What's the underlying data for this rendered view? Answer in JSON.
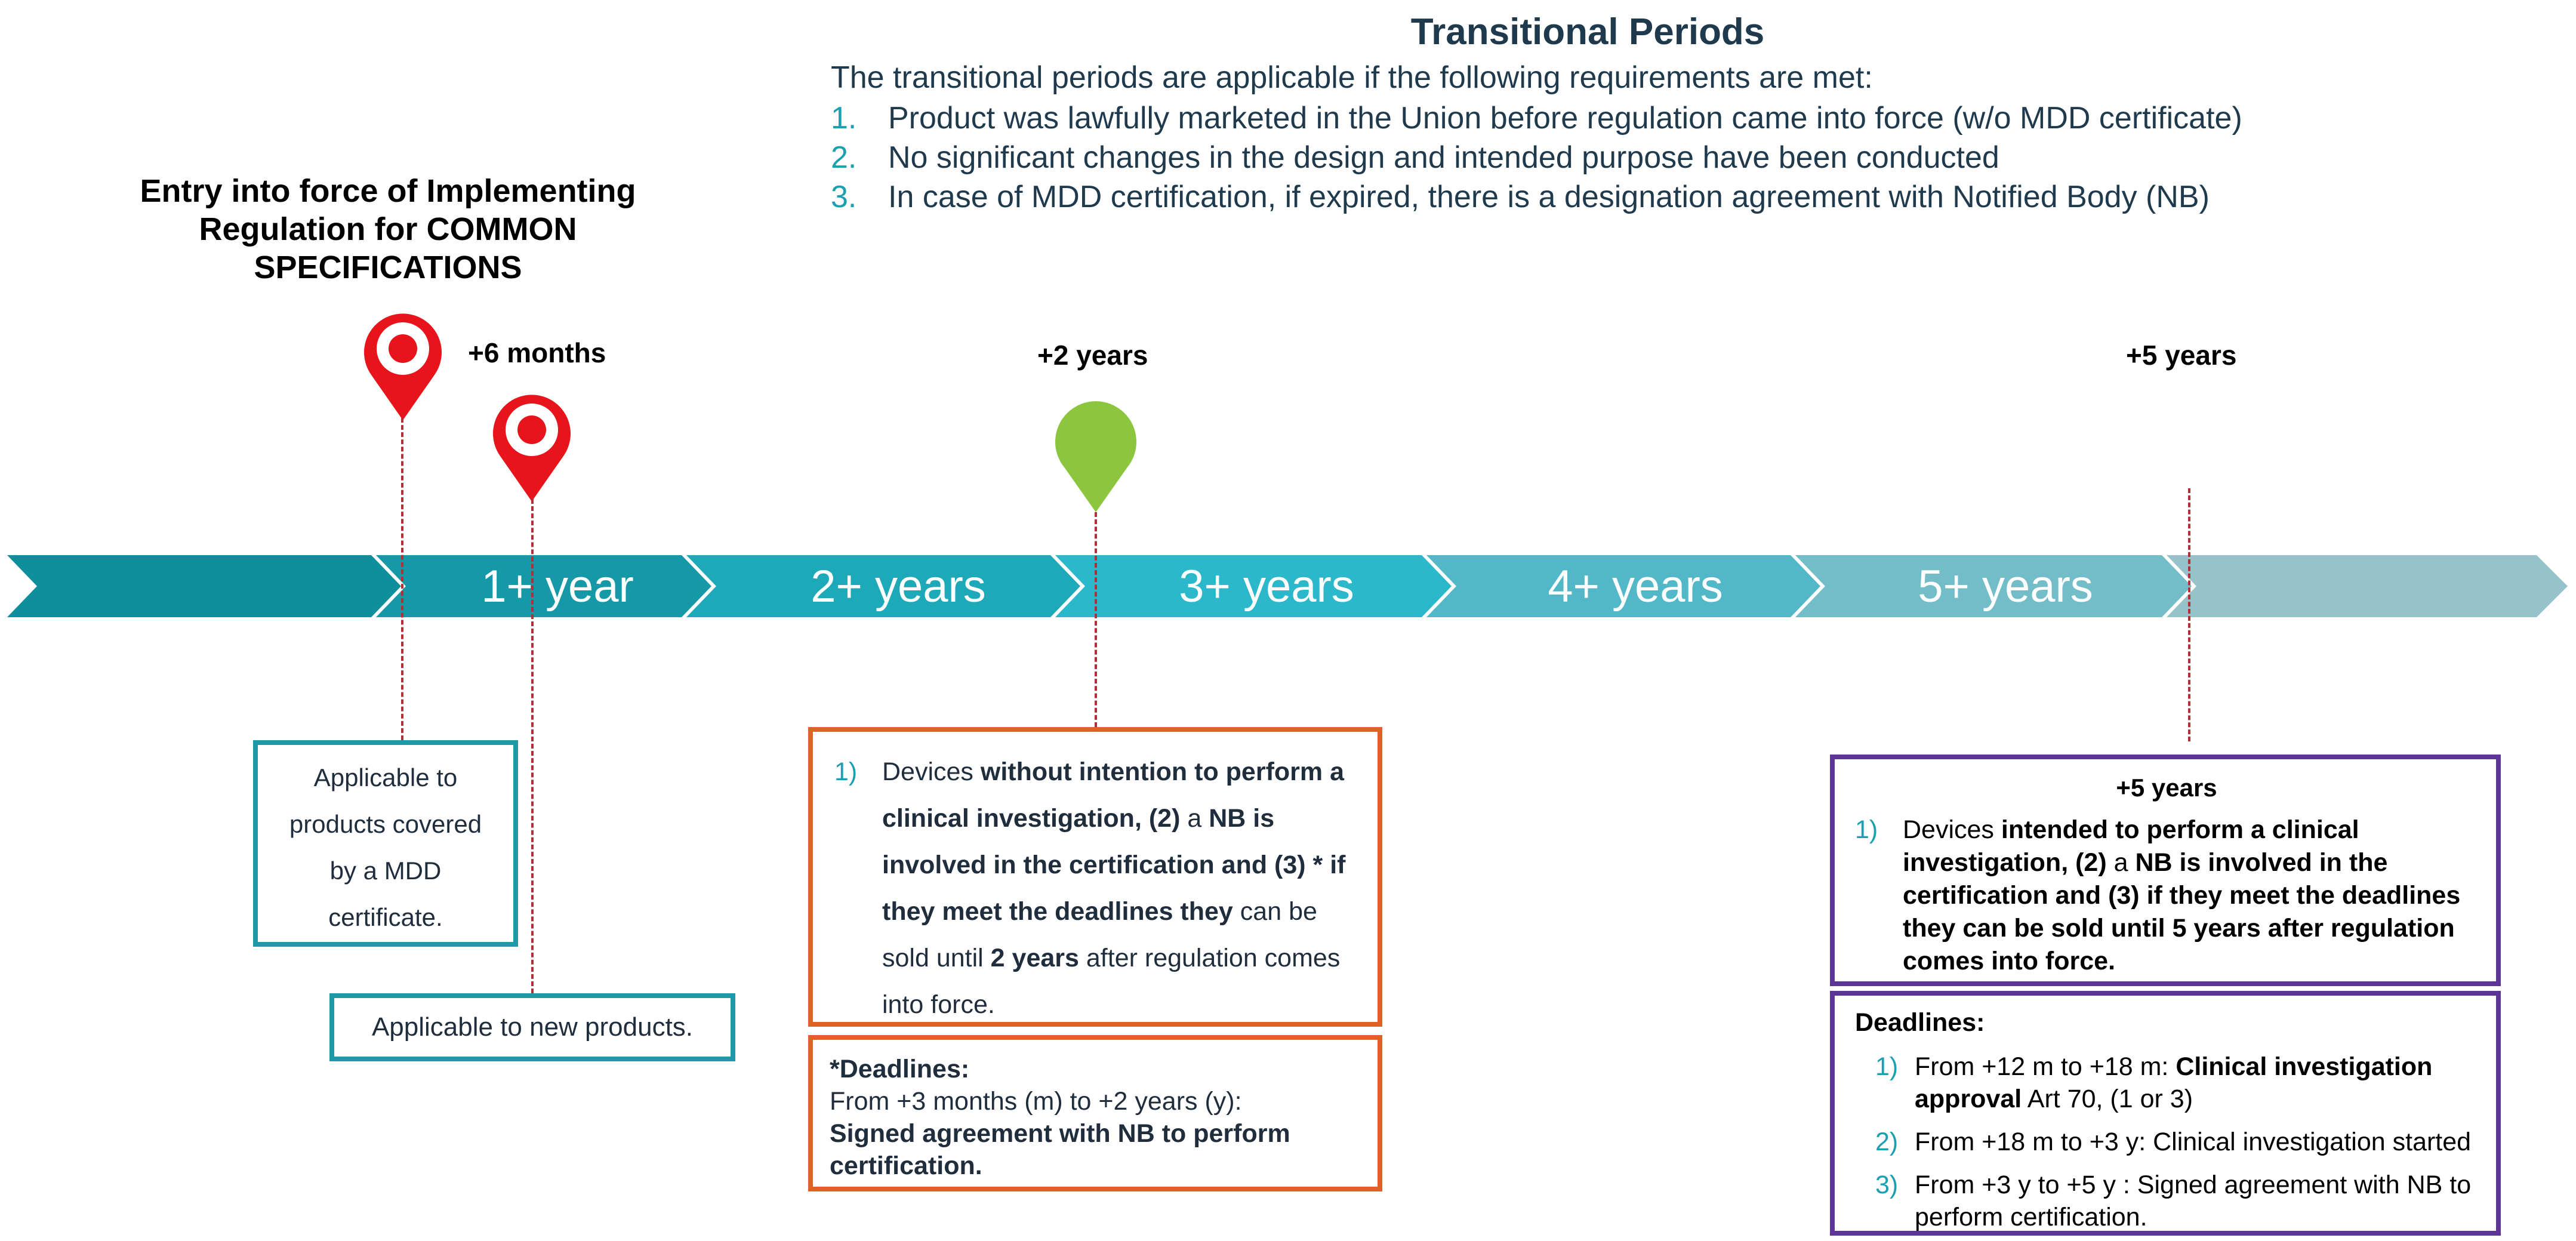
{
  "header": {
    "title": "Transitional Periods",
    "intro": "The transitional periods are applicable if the following requirements are met:",
    "requirements": [
      {
        "num": "1.",
        "text": "Product was lawfully marketed in the Union before regulation came into force (w/o MDD certificate)"
      },
      {
        "num": "2.",
        "text": "No significant changes in the design and intended purpose have been conducted"
      },
      {
        "num": "3.",
        "text": "In case of MDD certification, if expired, there is a designation agreement with Notified Body (NB)"
      }
    ]
  },
  "entry": {
    "line1": "Entry into force of Implementing",
    "line2": "Regulation for COMMON",
    "line3": "SPECIFICATIONS"
  },
  "markers": {
    "m6": "+6 months",
    "y2": "+2 years",
    "y5": "+5 years"
  },
  "timeline": {
    "segments": [
      {
        "label": "",
        "color": "#0f8e9c"
      },
      {
        "label": "1+ year",
        "color": "#1599a7"
      },
      {
        "label": "2+ years",
        "color": "#1ea9b8"
      },
      {
        "label": "3+ years",
        "color": "#2bb8ca"
      },
      {
        "label": "4+ years",
        "color": "#52b8c7"
      },
      {
        "label": "5+ years",
        "color": "#72bdc8"
      },
      {
        "label": "",
        "color": "#98c2ca"
      }
    ]
  },
  "colors": {
    "pin_red": "#e8141c",
    "pin_green": "#8cc63f",
    "teal": "#1e9aa8",
    "orange": "#e06028",
    "purple": "#5c3596"
  },
  "boxes": {
    "mdd": {
      "l1": "Applicable to",
      "l2": "products covered",
      "l3": "by a MDD",
      "l4": "certificate."
    },
    "new": "Applicable to new products.",
    "y2": {
      "num": "1)",
      "a": "Devices ",
      "b": "without intention to perform a clinical investigation, (2)",
      "c": " a ",
      "d": "NB is involved in the certification and (3) * if they meet the deadlines they",
      "e": " can be sold until ",
      "f": "2 years",
      "g": " after regulation comes into force."
    },
    "dead2": {
      "title": "*Deadlines:",
      "line": "From +3 months (m) to +2 years (y):",
      "bold": "Signed agreement with NB to perform certification."
    },
    "y5": {
      "title": "+5 years",
      "num": "1)",
      "a": "Devices ",
      "b": "intended to perform a clinical investigation, (2)",
      "c": " a ",
      "d": "NB is involved in the certification and (3) if they meet the deadlines they can be sold until 5 years after regulation comes into force."
    },
    "dead5": {
      "title": "Deadlines:",
      "items": [
        {
          "num": "1)",
          "pre": "From +12 m to +18 m: ",
          "bold": "Clinical investigation approval",
          "post": " Art 70, (1 or 3)"
        },
        {
          "num": "2)",
          "pre": "From +18 m to +3 y: Clinical investigation started",
          "bold": "",
          "post": ""
        },
        {
          "num": "3)",
          "pre": "From +3 y to +5 y : Signed agreement with NB to perform certification.",
          "bold": "",
          "post": ""
        }
      ]
    }
  }
}
